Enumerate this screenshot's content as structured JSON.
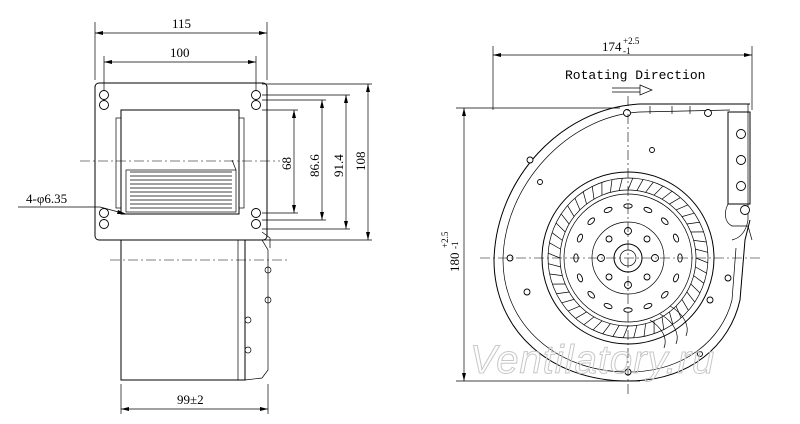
{
  "side_view": {
    "dim_width_outer": "115",
    "dim_width_inner": "100",
    "dim_h1": "68",
    "dim_h2": "86.6",
    "dim_h3": "91.4",
    "dim_h4": "108",
    "hole_callout": "4-φ6.35",
    "dim_depth": "99±2"
  },
  "front_view": {
    "dim_width": "174",
    "dim_width_tol_upper": "+2.5",
    "dim_width_tol_lower": "-1",
    "dim_height": "180",
    "dim_height_tol_upper": "+2.5",
    "dim_height_tol_lower": "-1",
    "rotation_label": "Rotating Direction"
  },
  "watermark": "Ventilatory.ru"
}
